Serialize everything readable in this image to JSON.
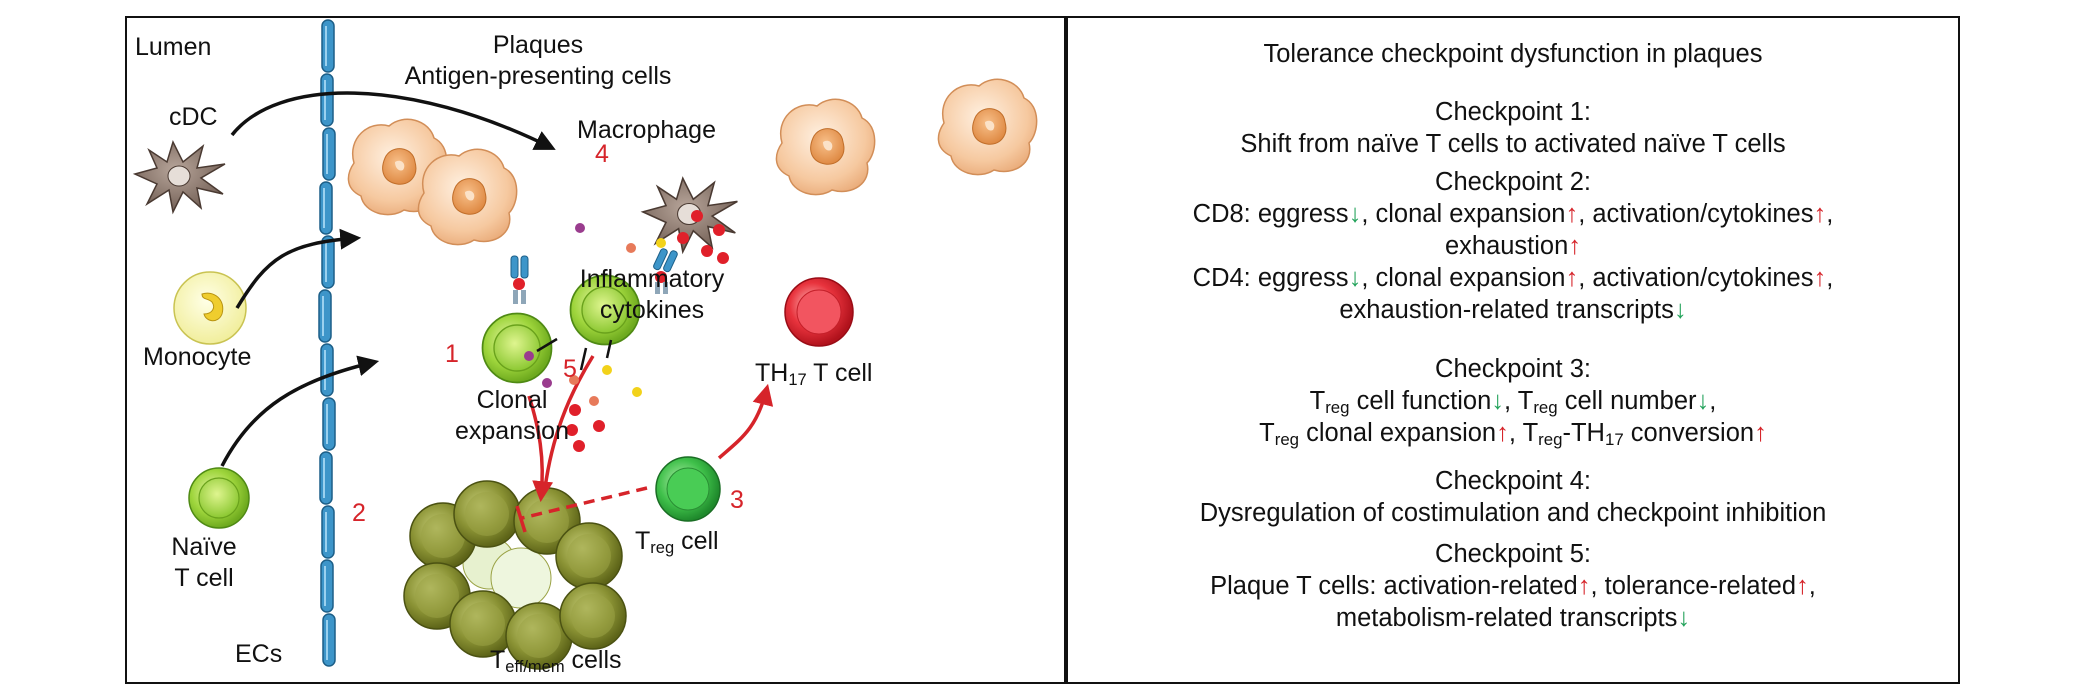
{
  "left": {
    "labels": {
      "lumen": "Lumen",
      "plaques": "Plaques",
      "apc": "Antigen-presenting cells",
      "cdc": "cDC",
      "macrophage": "Macrophage",
      "monocyte": "Monocyte",
      "naive_1": "Naïve",
      "naive_2": "T cell",
      "ecs": "ECs",
      "inflammatory_1": "Inflammatory",
      "inflammatory_2": "cytokines",
      "clonal_1": "Clonal",
      "clonal_2": "expansion",
      "th17_main": "TH",
      "th17_sub": "17",
      "th17_rest": " T cell",
      "treg_main": "T",
      "treg_sub": "reg",
      "treg_rest": " cell",
      "teff_main": "T",
      "teff_sub": "eff/mem",
      "teff_rest": " cells"
    },
    "numbers": {
      "n1": "1",
      "n2": "2",
      "n3": "3",
      "n4": "4",
      "n5": "5"
    }
  },
  "right": {
    "title": "Tolerance checkpoint dysfunction in plaques",
    "cp1": {
      "heading": "Checkpoint 1:",
      "l1": "Shift from naïve T cells to activated naïve T cells"
    },
    "cp2": {
      "heading": "Checkpoint 2:",
      "cd8_a": "CD8: eggress",
      "cd8_b": ", clonal expansion",
      "cd8_c": ", activation/cytokines",
      "cd8_d": ",",
      "cd8_e": "exhaustion",
      "cd4_a": "CD4: eggress",
      "cd4_b": ", clonal expansion",
      "cd4_c": ", activation/cytokines",
      "cd4_d": ",",
      "cd4_e": "exhaustion-related transcripts"
    },
    "cp3": {
      "heading": "Checkpoint 3:",
      "a1": "T",
      "a1s": "reg",
      "a2": " cell function",
      "a3": ", T",
      "a3s": "reg",
      "a4": " cell number",
      "a5": ",",
      "b1": "T",
      "b1s": "reg",
      "b2": " clonal expansion",
      "b3": ", T",
      "b3s": "reg",
      "b4": "-TH",
      "b4s": "17",
      "b5": " conversion"
    },
    "cp4": {
      "heading": "Checkpoint 4:",
      "l1": "Dysregulation of costimulation and checkpoint inhibition"
    },
    "cp5": {
      "heading": "Checkpoint 5:",
      "a1": "Plaque T cells: activation-related",
      "a2": ", tolerance-related",
      "a3": ",",
      "b1": "metabolism-related transcripts"
    },
    "arrows": {
      "up": "↑",
      "down": "↓"
    }
  },
  "colors": {
    "accent_red": "#d6242a",
    "down_green": "#22a25a",
    "ec_blue": "#3d95c9"
  }
}
